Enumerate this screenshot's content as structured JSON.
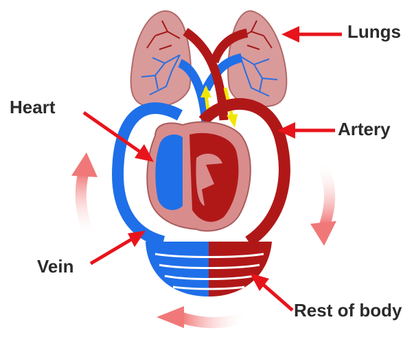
{
  "labels": {
    "lungs": "Lungs",
    "heart": "Heart",
    "artery": "Artery",
    "vein": "Vein",
    "rest_of_body": "Rest of body"
  },
  "colors": {
    "deoxygenated_blue": "#1f6fe8",
    "oxygenated_red": "#b01818",
    "lung_pink": "#d99a9a",
    "heart_outer": "#d98c8c",
    "pointer_red": "#e8141c",
    "circulation_arrow": "#f08080",
    "flow_arrow_yellow": "#f2e600"
  },
  "icons": [
    "lungs-illustration",
    "heart-illustration",
    "capillary-bed-illustration"
  ]
}
